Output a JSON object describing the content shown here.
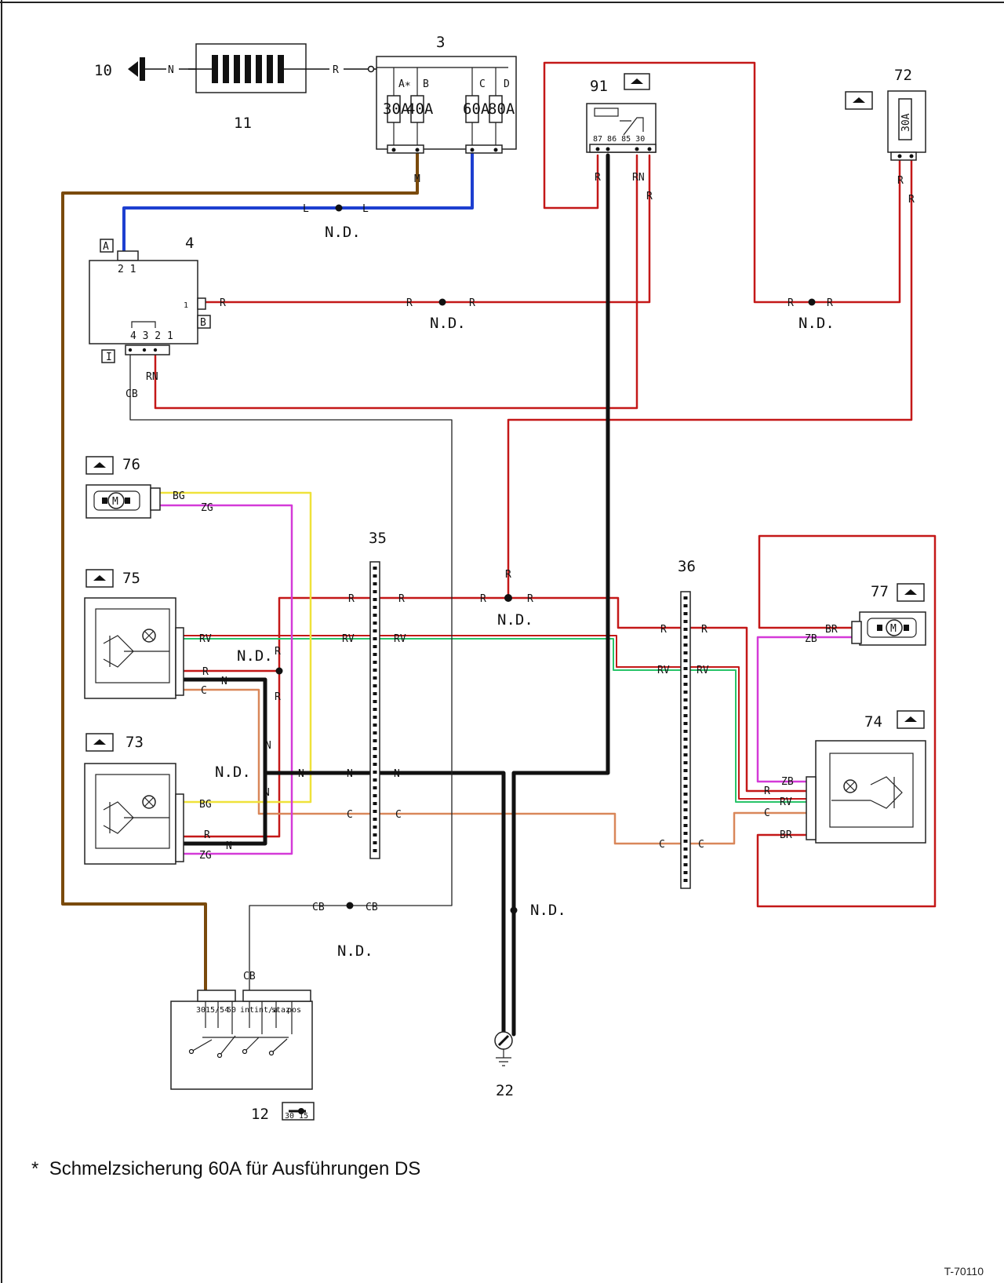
{
  "components": {
    "battery": {
      "id": "10"
    },
    "battery_cells": {
      "id": "11"
    },
    "fuse_box": {
      "id": "3",
      "fuses": [
        {
          "letter": "A∗",
          "rating": "30A"
        },
        {
          "letter": "B",
          "rating": "40A"
        },
        {
          "letter": "C",
          "rating": "60A"
        },
        {
          "letter": "D",
          "rating": "80A"
        }
      ]
    },
    "control_unit": {
      "id": "4",
      "conn_a": "A",
      "conn_b": "B",
      "conn_i": "I",
      "pins_top": "2 1",
      "pin_side": "1",
      "pins_bottom": "4 3 2 1"
    },
    "relay": {
      "id": "91",
      "pins": "87 86  85 30"
    },
    "fuse_single": {
      "id": "72",
      "rating": "30A"
    },
    "motor_front": {
      "id": "76"
    },
    "switch_75": {
      "id": "75"
    },
    "switch_73": {
      "id": "73"
    },
    "connector_35": {
      "id": "35"
    },
    "connector_36": {
      "id": "36"
    },
    "motor_77": {
      "id": "77"
    },
    "switch_74": {
      "id": "74"
    },
    "ignition": {
      "id": "12",
      "terminals": [
        "30",
        "15/54",
        "50",
        "int",
        "int/a",
        "staz",
        "pos"
      ],
      "icon_text": "30  15"
    },
    "ground": {
      "id": "22"
    }
  },
  "wire_codes": {
    "N": "N",
    "R": "R",
    "L": "L",
    "M": "M",
    "RN": "RN",
    "CB": "CB",
    "BG": "BG",
    "ZG": "ZG",
    "RV": "RV",
    "C": "C",
    "ZB": "ZB",
    "BR": "BR"
  },
  "nd_label": "N.D.",
  "motor_symbol": "M",
  "footnote": "Schmelzsicherung 60A für Ausführungen DS",
  "footnote_mark": "*",
  "ref_code": "T-70110",
  "colors": {
    "red": "#c41818",
    "blue": "#1d3fd0",
    "brown": "#7a4a0c",
    "black": "#111111",
    "yellow": "#efe23a",
    "magenta": "#d43ad8",
    "green": "#29c46a",
    "orange": "#d9875a"
  }
}
